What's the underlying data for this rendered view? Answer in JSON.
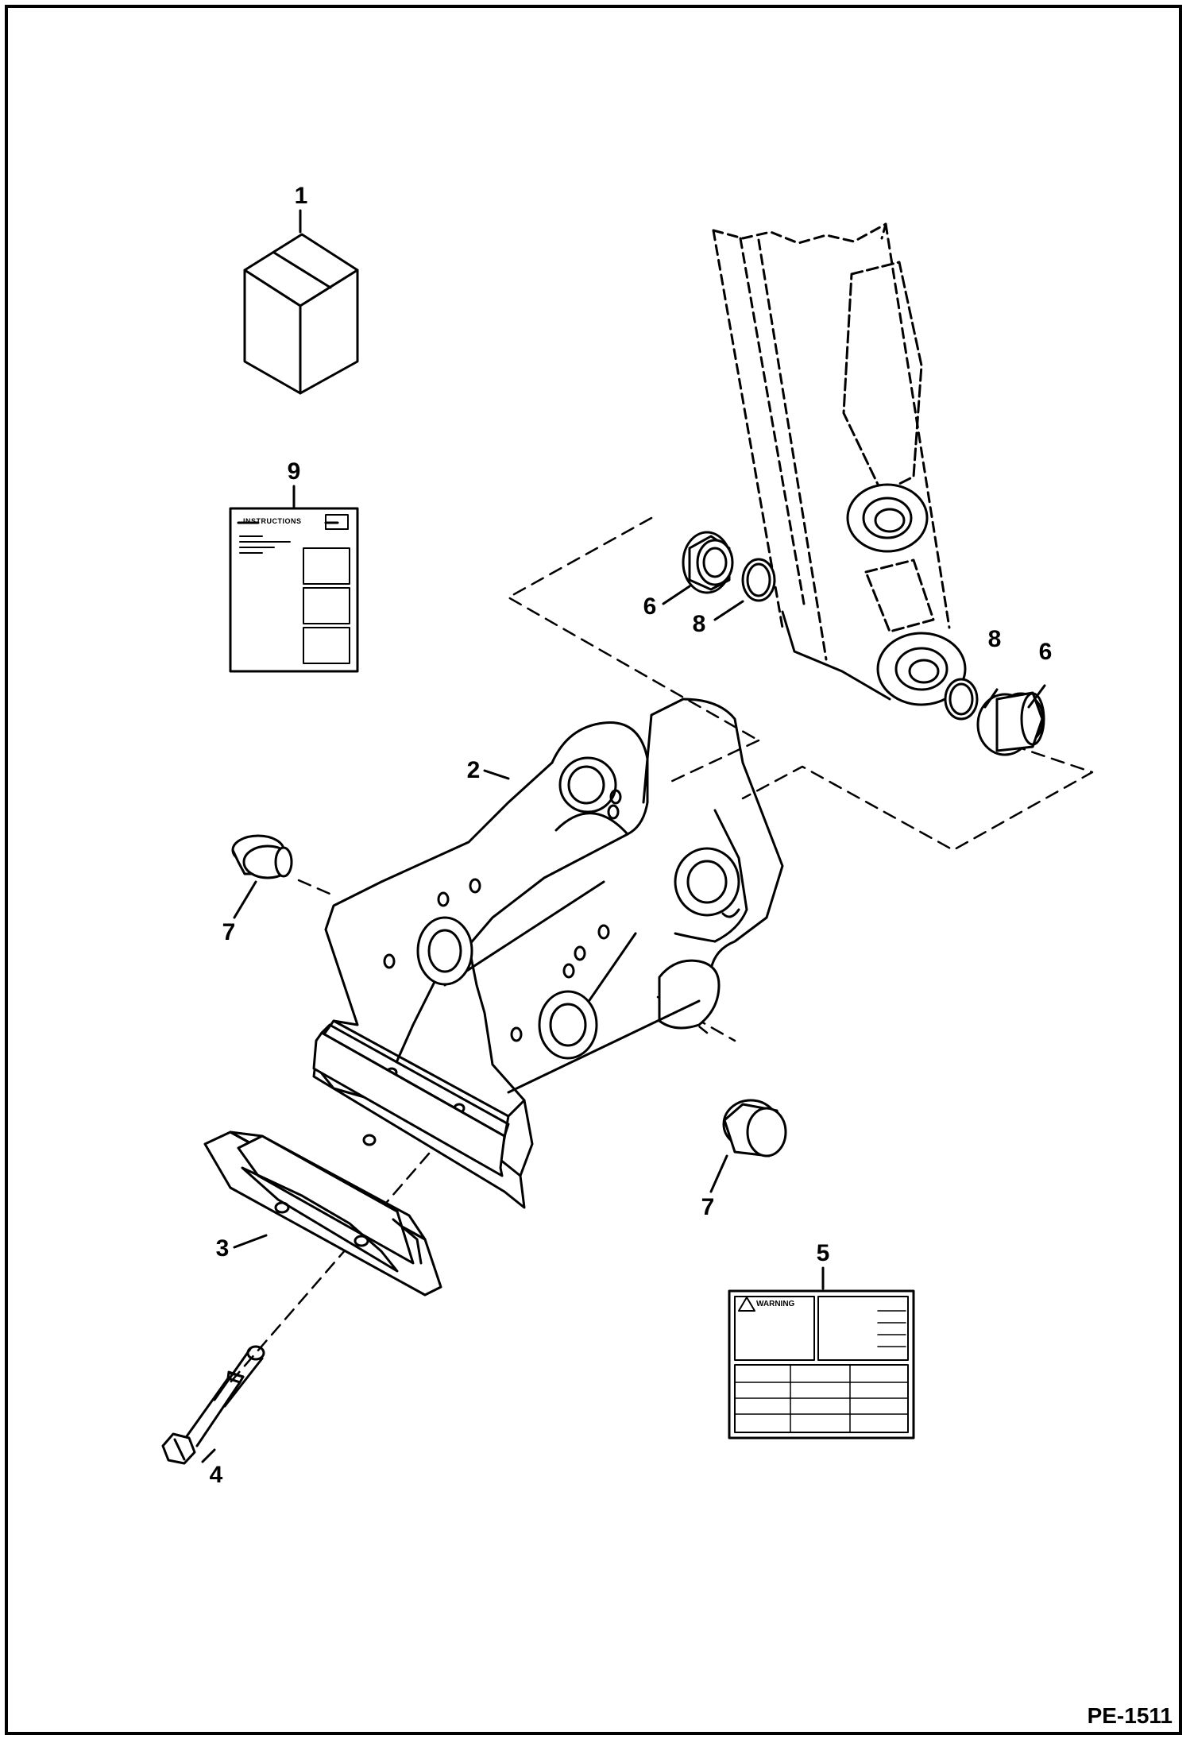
{
  "figure_code": "PE-1511",
  "callouts": [
    "1",
    "2",
    "3",
    "4",
    "5",
    "6",
    "6",
    "7",
    "7",
    "8",
    "8",
    "9"
  ],
  "instructions_card": {
    "heading": "INSTRUCTIONS"
  },
  "warning_decal": {
    "heading": "WARNING"
  },
  "colors": {
    "line": "#000000",
    "background": "#ffffff"
  }
}
